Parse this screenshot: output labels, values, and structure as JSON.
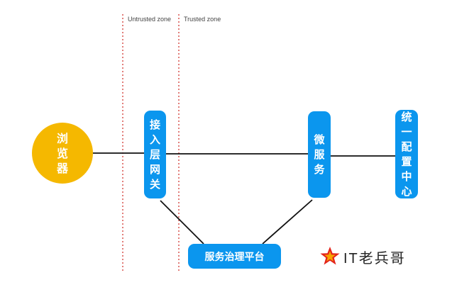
{
  "zones": {
    "untrusted_label": "Untrusted zone",
    "trusted_label": "Trusted zone"
  },
  "nodes": {
    "browser": "浏览器",
    "gateway": "接入层网关",
    "microservice": "微服务",
    "config_center": "统一配置中心",
    "governance": "服务治理平台"
  },
  "watermark": {
    "text": "IT老兵哥",
    "icon": "star-icon"
  },
  "colors": {
    "blue": "#0b96ee",
    "orange": "#f5b800",
    "zone_line": "#d9534f",
    "connector": "#111111",
    "star_outer": "#e3231b",
    "star_inner": "#f7a400"
  }
}
